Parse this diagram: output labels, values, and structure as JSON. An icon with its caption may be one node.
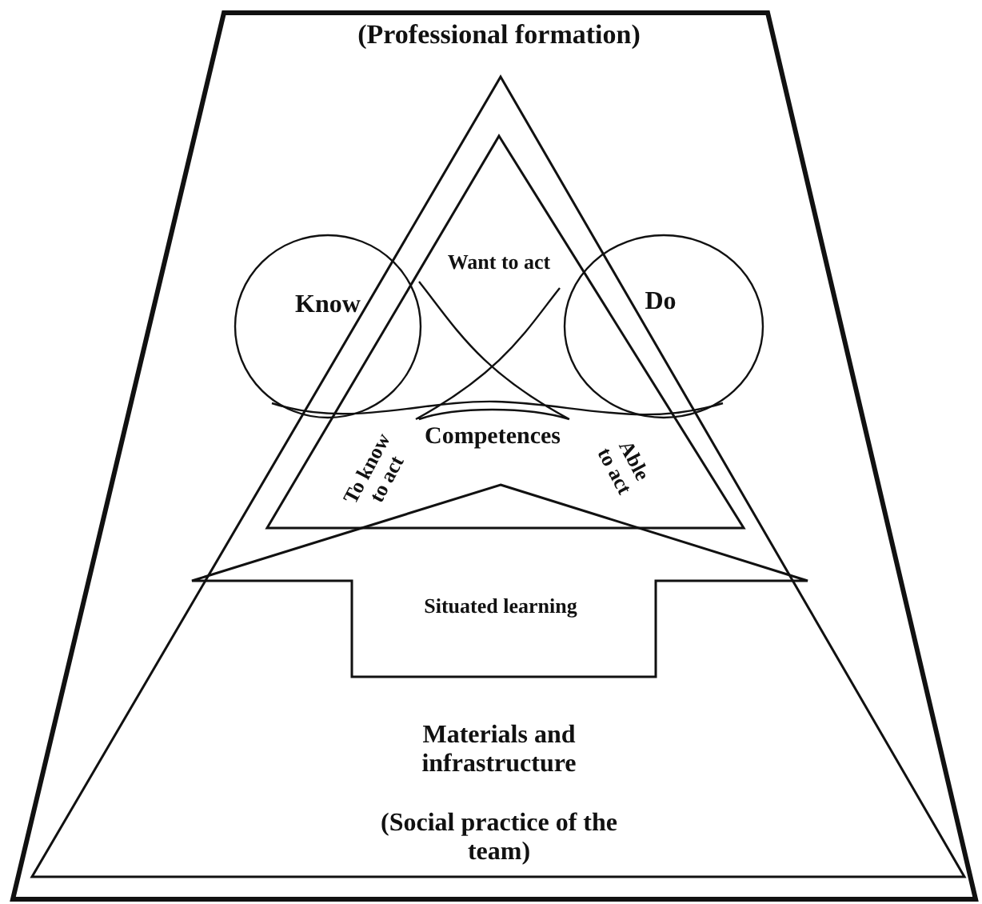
{
  "diagram": {
    "nodes": [
      {
        "text": [
          "(Professional formation)"
        ]
      },
      {
        "text": [
          "(Social practice of the team)"
        ],
        "in": 0
      },
      {
        "text": [
          "Want to act",
          "Competences",
          "To know to act",
          "Able to act"
        ],
        "in": 1
      },
      {
        "text": [
          "Know"
        ],
        "in": 0
      },
      {
        "text": [
          "Do"
        ],
        "in": 0
      },
      {
        "text": [
          "Situated learning",
          "Materials and infrastructure"
        ],
        "in": 1
      }
    ]
  }
}
